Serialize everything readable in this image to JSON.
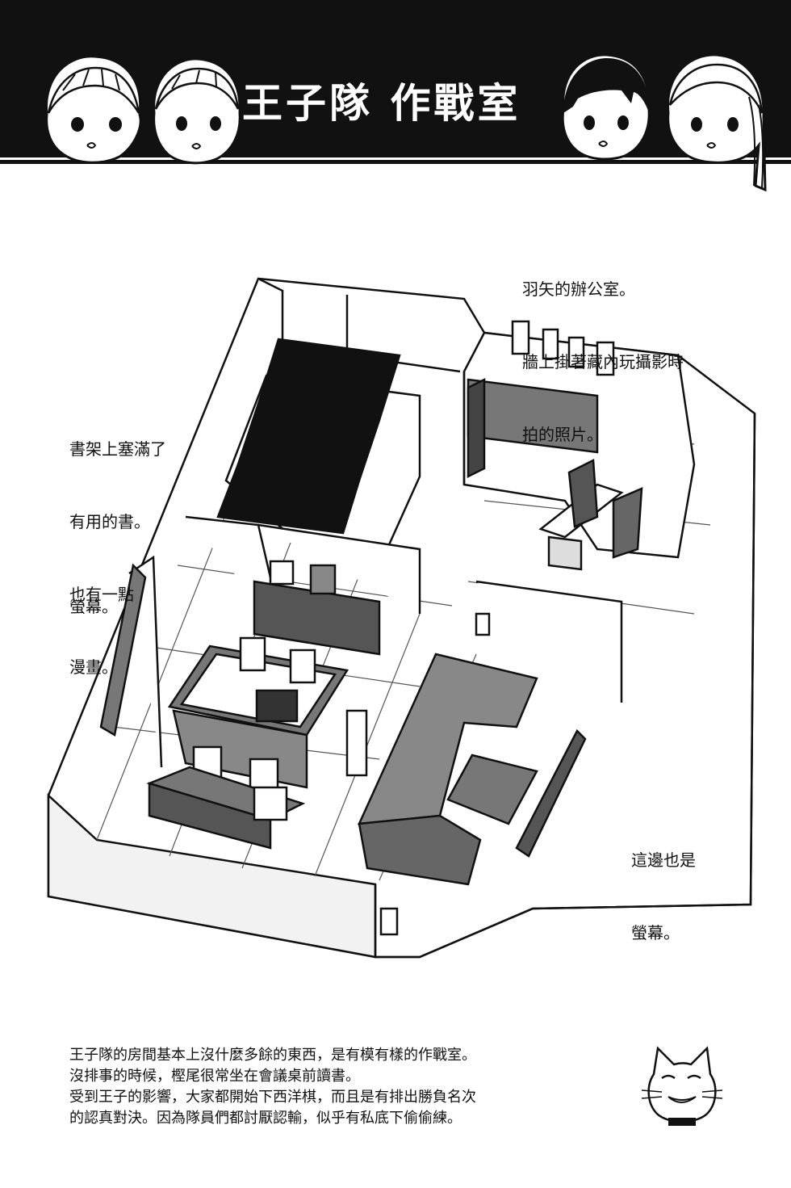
{
  "header": {
    "title": "王子隊 作戰室"
  },
  "labels": {
    "office": [
      "羽矢的辦公室。",
      "牆上掛著藏內玩攝影時",
      "拍的照片。"
    ],
    "bookshelf": [
      "書架上塞滿了",
      "有用的書。",
      "也有一點",
      "漫畫。"
    ],
    "monitor_left": [
      "螢幕。"
    ],
    "monitor_right": [
      "這邊也是",
      "螢幕。"
    ]
  },
  "footer": {
    "lines": [
      "王子隊的房間基本上沒什麼多餘的東西，是有模有樣的作戰室。",
      "沒排事的時候，樫尾很常坐在會議桌前讀書。",
      "受到王子的影響，大家都開始下西洋棋，而且是有排出勝負名次",
      "的認真對決。因為隊員們都討厭認輸，似乎有私底下偷偷練。"
    ]
  }
}
